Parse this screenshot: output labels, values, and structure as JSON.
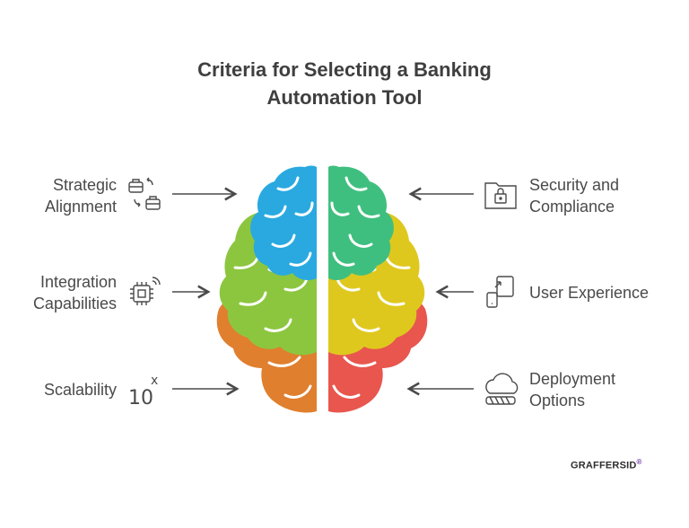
{
  "title": {
    "line1": "Criteria for Selecting a Banking",
    "line2": "Automation Tool"
  },
  "left_items": [
    {
      "line1": "Strategic",
      "line2": "Alignment",
      "icon": "briefcase-swap-icon"
    },
    {
      "line1": "Integration",
      "line2": "Capabilities",
      "icon": "chip-wireless-icon"
    },
    {
      "line1": "Scalability",
      "line2": "",
      "icon": "ten-power-x-icon"
    }
  ],
  "right_items": [
    {
      "line1": "Security and",
      "line2": "Compliance",
      "icon": "lock-folder-icon"
    },
    {
      "line1": "User Experience",
      "line2": "",
      "icon": "devices-icon"
    },
    {
      "line1": "Deployment",
      "line2": "Options",
      "icon": "cloud-icon"
    }
  ],
  "scalability_icon_text": {
    "base": "10",
    "exp": "x"
  },
  "logo": {
    "main": "GRAFFERSID",
    "mark": "®"
  },
  "colors": {
    "blue": "#29a9e0",
    "green": "#3fbf7f",
    "olive": "#8cc63f",
    "yellow": "#dfc81e",
    "orange": "#e07f2e",
    "red": "#e8564e",
    "arrow": "#4a4a4a"
  }
}
